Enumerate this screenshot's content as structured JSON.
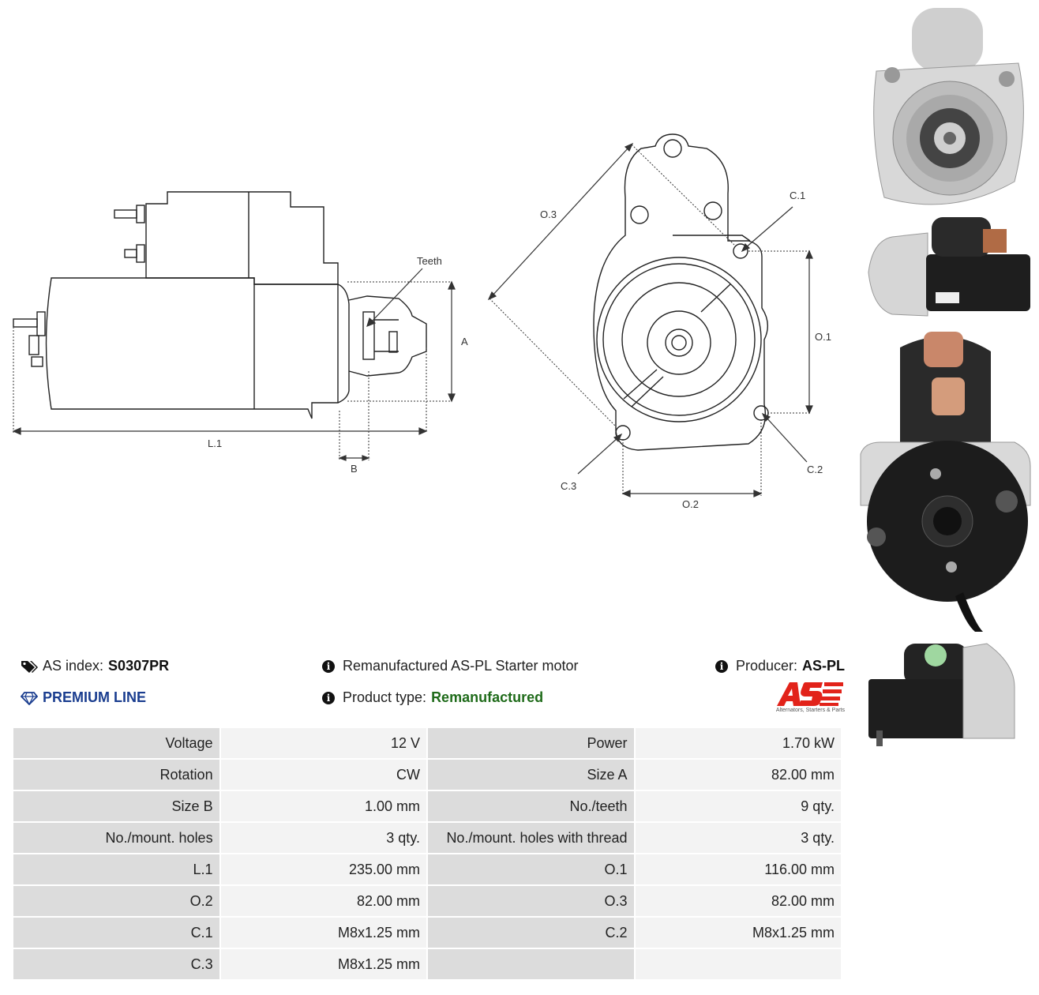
{
  "drawing": {
    "labels": {
      "teeth": "Teeth",
      "a": "A",
      "b": "B",
      "l1": "L.1",
      "c1": "C.1",
      "c2": "C.2",
      "c3": "C.3",
      "o1": "O.1",
      "o2": "O.2",
      "o3": "O.3"
    }
  },
  "info": {
    "as_index_label": "AS index:",
    "as_index_value": "S0307PR",
    "premium_line": "PREMIUM LINE",
    "description": "Remanufactured AS-PL Starter motor",
    "product_type_label": "Product type:",
    "product_type_value": "Remanufactured",
    "producer_label": "Producer:",
    "producer_value": "AS-PL"
  },
  "logo": {
    "text": "AS",
    "tagline": "Alternators, Starters & Parts",
    "color": "#e2231a"
  },
  "specs": [
    {
      "k1": "Voltage",
      "v1": "12 V",
      "k2": "Power",
      "v2": "1.70 kW"
    },
    {
      "k1": "Rotation",
      "v1": "CW",
      "k2": "Size A",
      "v2": "82.00 mm"
    },
    {
      "k1": "Size B",
      "v1": "1.00 mm",
      "k2": "No./teeth",
      "v2": "9 qty."
    },
    {
      "k1": "No./mount. holes",
      "v1": "3 qty.",
      "k2": "No./mount. holes with thread",
      "v2": "3 qty."
    },
    {
      "k1": "L.1",
      "v1": "235.00 mm",
      "k2": "O.1",
      "v2": "116.00 mm"
    },
    {
      "k1": "O.2",
      "v1": "82.00 mm",
      "k2": "O.3",
      "v2": "82.00 mm"
    },
    {
      "k1": "C.1",
      "v1": "M8x1.25 mm",
      "k2": "C.2",
      "v2": "M8x1.25 mm"
    },
    {
      "k1": "C.3",
      "v1": "M8x1.25 mm",
      "k2": "",
      "v2": ""
    }
  ]
}
